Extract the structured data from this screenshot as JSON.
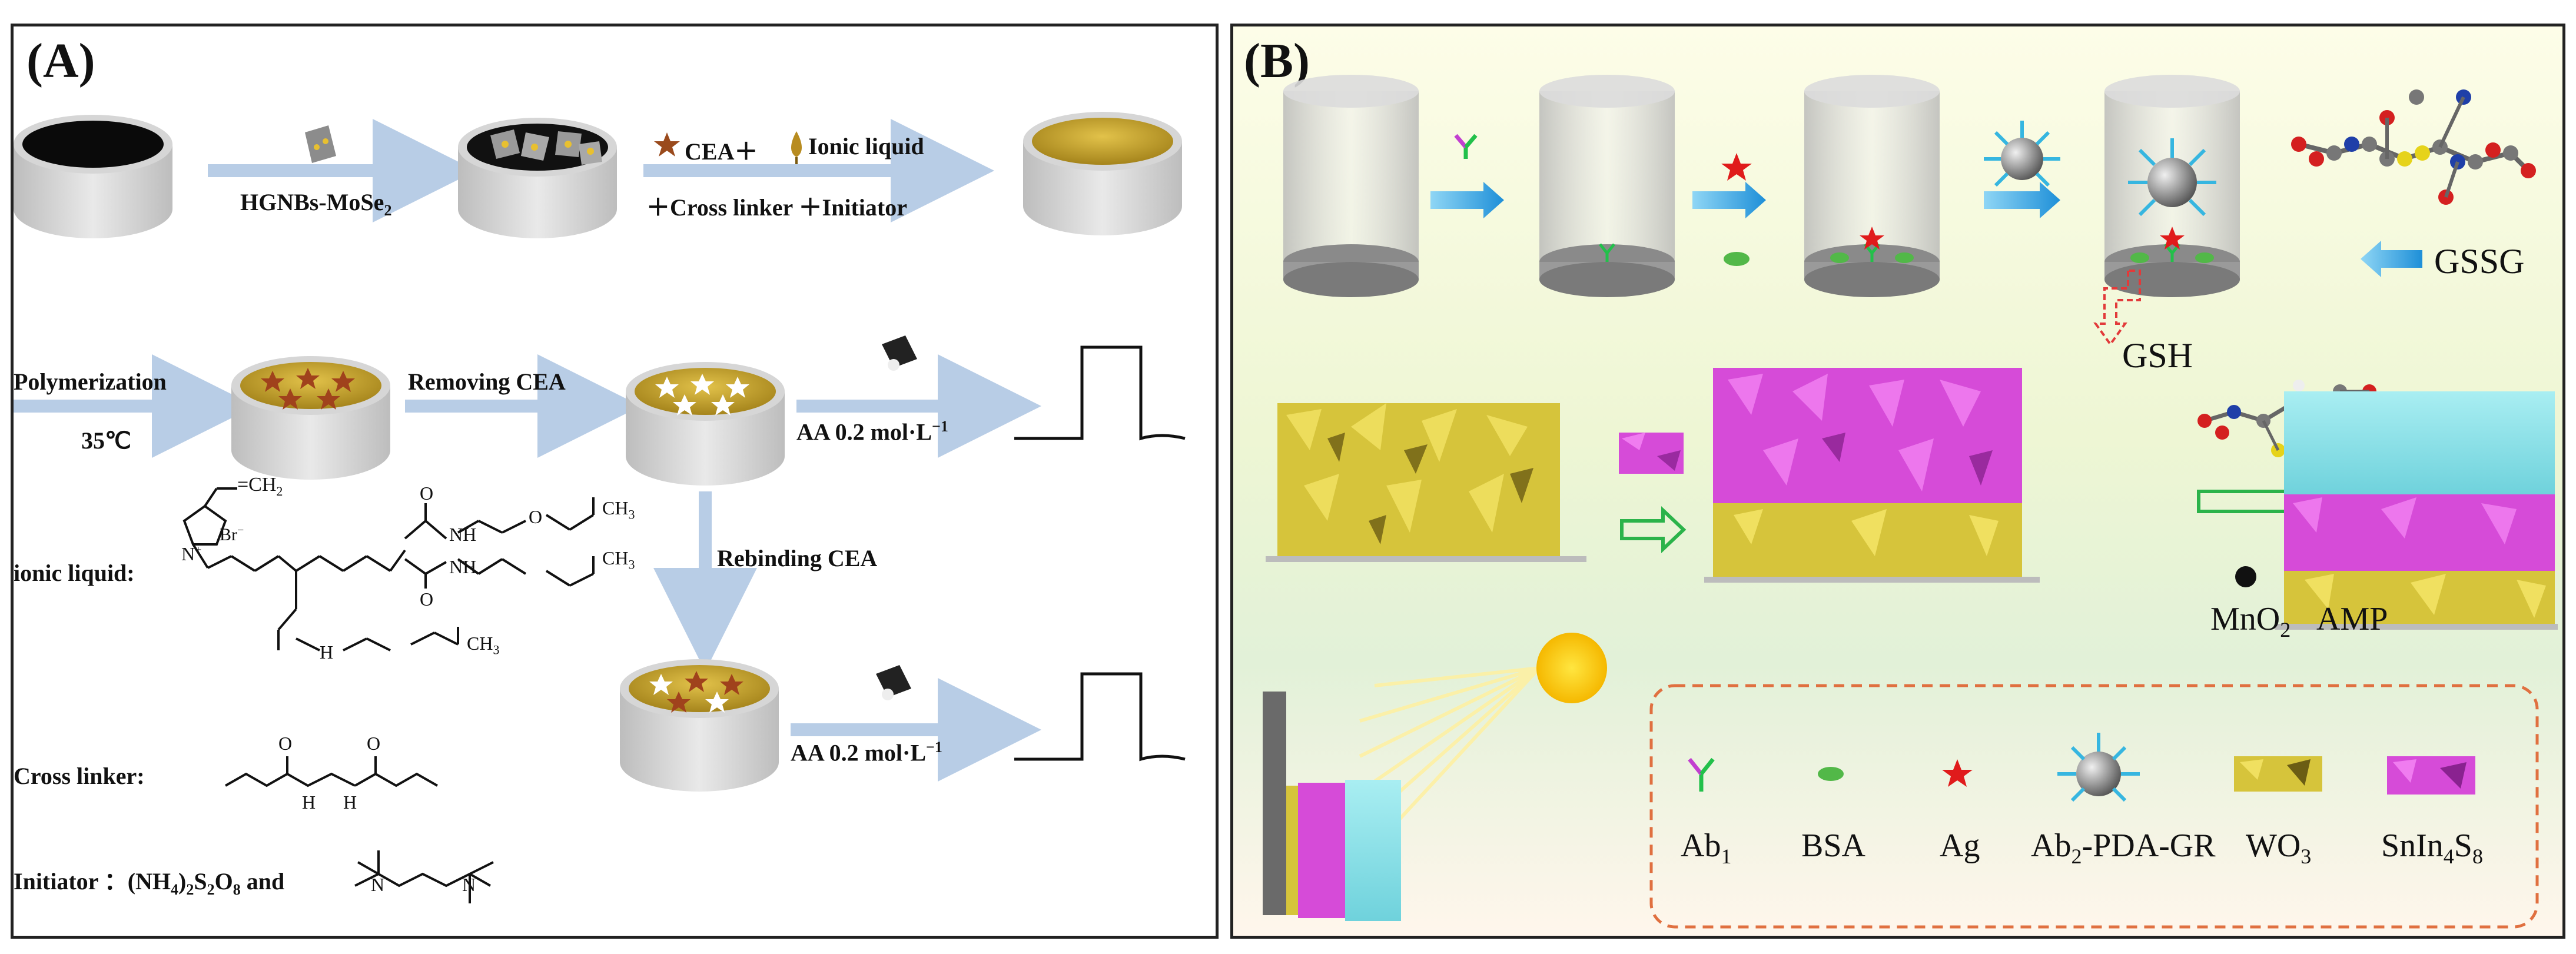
{
  "panel_a": {
    "label": "(A)",
    "hgnbs_label": "HGNBs-MoSe",
    "hgnbs_sub": "2",
    "cea_ionic": "CEA＋",
    "ionic_liquid": "Ionic liquid",
    "crosslinker_initiator": "＋Cross linker ＋Initiator",
    "polymerization": "Polymerization",
    "temperature": "35℃",
    "removing_cea": "Removing CEA",
    "aa_1": "AA 0.2 mol·L",
    "aa_1_sup": "−1",
    "rebinding_cea": "Rebinding CEA",
    "aa_2": "AA 0.2 mol·L",
    "aa_2_sup": "−1",
    "ionic_liquid_label": "ionic liquid:",
    "cross_linker_label": "Cross linker:",
    "initiator_label": "Initiator ：(NH",
    "initiator_rest": " and",
    "chem_ch2_top": "=CH",
    "chem_br": "Br",
    "chem_n": "N",
    "chem_o": "O",
    "chem_ch3": "CH",
    "chem_nh": "NH",
    "chem_h": "H",
    "chem_plus": "+",
    "chem_minus": "−"
  },
  "panel_b": {
    "label": "(B)",
    "gssg": "GSSG",
    "gsh": "GSH",
    "mno2": "MnO",
    "mno2_sub": "2",
    "amp": "AMP",
    "legend": [
      {
        "text": "Ab",
        "sub": "1",
        "icon": "antibody-icon"
      },
      {
        "text": "BSA",
        "sub": "",
        "icon": "bsa-icon"
      },
      {
        "text": "Ag",
        "sub": "",
        "icon": "antigen-star-icon"
      },
      {
        "text": "Ab",
        "sub": "2",
        "text2": "-PDA-GR",
        "icon": "ab2-pda-gr-icon"
      },
      {
        "text": "WO",
        "sub": "3",
        "icon": "wo3-icon"
      },
      {
        "text": "SnIn",
        "sub": "4",
        "text2": "S",
        "sub2": "8",
        "icon": "snin4s8-icon"
      }
    ]
  },
  "colors": {
    "arrow_blue": "#3aa8e8",
    "arrow_pale": "#b8cde6",
    "gold": "#c9a227",
    "magenta": "#d64bd8",
    "yellow_wo3": "#e6d548",
    "green_arrow": "#2bb34a",
    "red_star": "#e01b1b",
    "legend_border": "#e07040"
  }
}
